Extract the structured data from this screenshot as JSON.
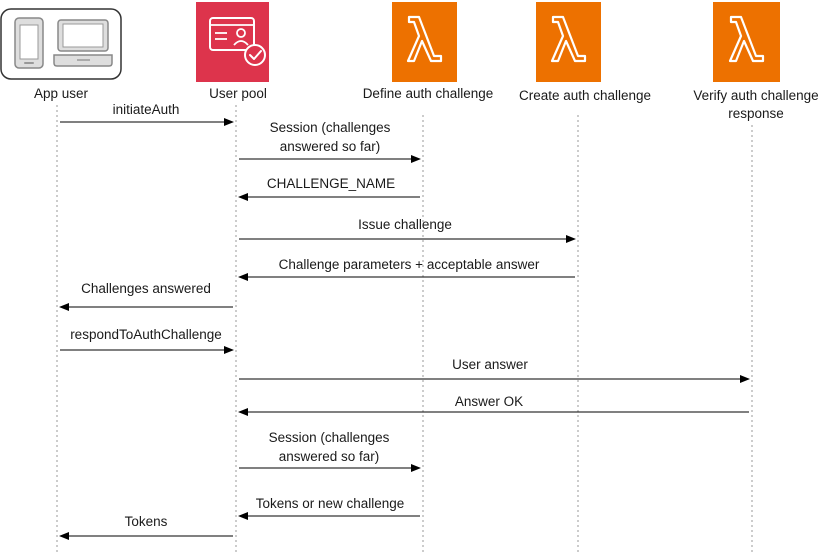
{
  "participants": [
    {
      "id": "app",
      "label": "App user",
      "icon": "mobile-and-desktop-devices-icon"
    },
    {
      "id": "pool",
      "label": "User pool",
      "icon": "cognito-user-pool-icon",
      "color": "#DD344C"
    },
    {
      "id": "define",
      "label": "Define auth challenge",
      "icon": "lambda-icon",
      "color": "#ED7100"
    },
    {
      "id": "create",
      "label": "Create auth challenge",
      "icon": "lambda-icon",
      "color": "#ED7100"
    },
    {
      "id": "verify",
      "label": "Verify auth challenge",
      "label2": "response",
      "icon": "lambda-icon",
      "color": "#ED7100"
    }
  ],
  "messages": [
    {
      "from": "app",
      "to": "pool",
      "lines": [
        "initiateAuth"
      ]
    },
    {
      "from": "pool",
      "to": "define",
      "lines": [
        "Session (challenges",
        "answered so far)"
      ]
    },
    {
      "from": "define",
      "to": "pool",
      "lines": [
        "CHALLENGE_NAME"
      ]
    },
    {
      "from": "pool",
      "to": "create",
      "lines": [
        "Issue challenge"
      ]
    },
    {
      "from": "create",
      "to": "pool",
      "lines": [
        "Challenge parameters + acceptable answer"
      ]
    },
    {
      "from": "pool",
      "to": "app",
      "lines": [
        "Challenges answered"
      ]
    },
    {
      "from": "app",
      "to": "pool",
      "lines": [
        "respondToAuthChallenge"
      ]
    },
    {
      "from": "pool",
      "to": "verify",
      "lines": [
        "User answer"
      ]
    },
    {
      "from": "verify",
      "to": "pool",
      "lines": [
        "Answer OK"
      ]
    },
    {
      "from": "pool",
      "to": "define",
      "lines": [
        "Session (challenges",
        "answered so far)"
      ]
    },
    {
      "from": "define",
      "to": "pool",
      "lines": [
        "Tokens or new challenge"
      ]
    },
    {
      "from": "pool",
      "to": "app",
      "lines": [
        "Tokens"
      ]
    }
  ],
  "colors": {
    "line": "#000000",
    "lifeline": "#9a9a9a",
    "lambda": "#ED7100",
    "pool": "#DD344C"
  }
}
